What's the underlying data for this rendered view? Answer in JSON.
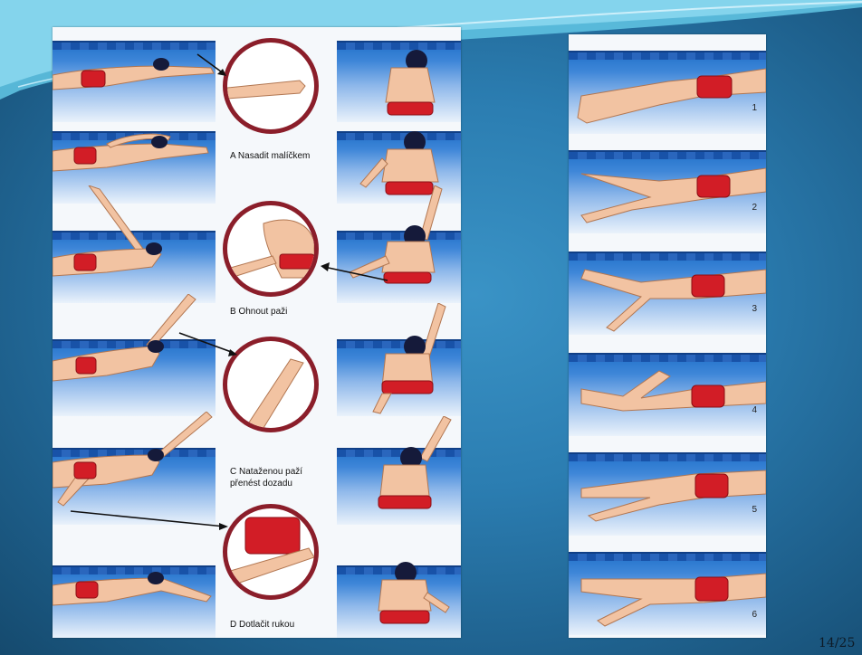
{
  "slide": {
    "page_number": "14/25"
  },
  "left_figure": {
    "captions": [
      {
        "letter": "A",
        "text": "Nasadit malíčkem"
      },
      {
        "letter": "B",
        "text": "Ohnout paži"
      },
      {
        "letter": "C",
        "text": "Nataženou paží\npřenést dozadu"
      },
      {
        "letter": "D",
        "text": "Dotlačit rukou"
      }
    ]
  },
  "right_figure": {
    "frame_numbers": [
      "1",
      "2",
      "3",
      "4",
      "5",
      "6"
    ]
  },
  "colors": {
    "slide_background": "#2b7db1",
    "water": "#1f6fc8",
    "swimsuit": "#d21d26",
    "callout_ring": "#8b1e2a"
  }
}
